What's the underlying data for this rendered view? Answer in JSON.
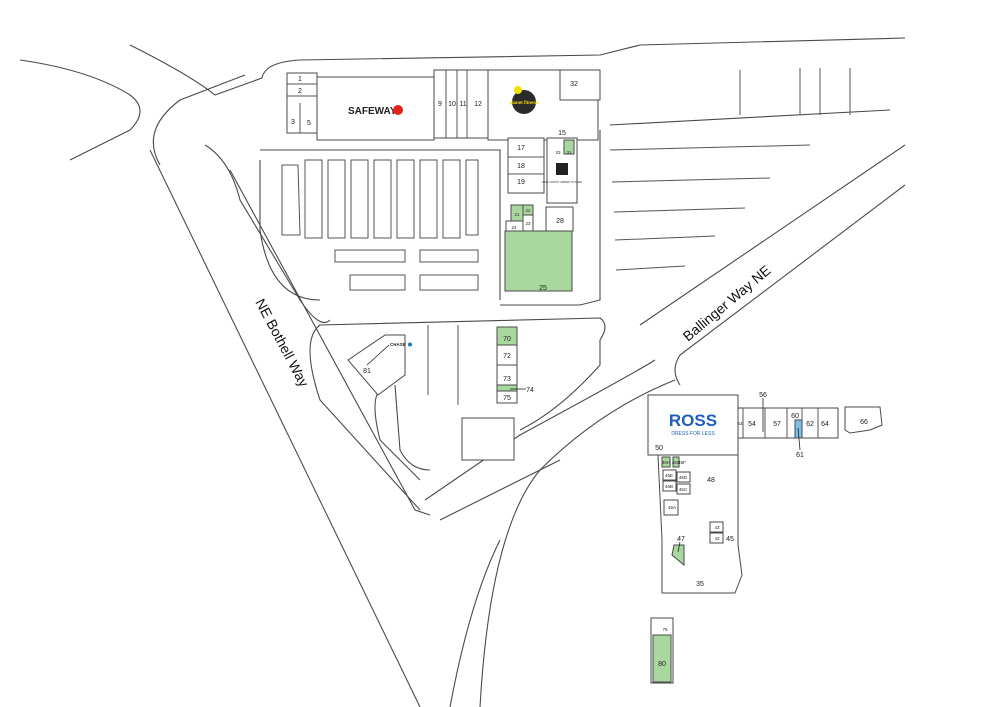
{
  "streets": {
    "bothell": "NE Bothell Way",
    "ballinger": "Ballinger Way NE"
  },
  "logos": {
    "safeway": "SAFEWAY",
    "planet_fitness": "planet fitness",
    "ross": "ROSS",
    "ross_tagline": "DRESS FOR LESS",
    "chase": "CHASE",
    "library": "KING COUNTY LIBRARY SYSTEM"
  },
  "units": {
    "u1": "1",
    "u2": "2",
    "u3": "3",
    "u5": "5",
    "u9": "9",
    "u10": "10",
    "u11": "11",
    "u12": "12",
    "u32": "32",
    "u15": "15",
    "u17": "17",
    "u18": "18",
    "u19": "19",
    "u33": "33",
    "u31": "31",
    "u21": "21",
    "u22": "22",
    "u23": "23",
    "u24": "24",
    "u28": "28",
    "u25": "25",
    "u70": "70",
    "u72": "72",
    "u73": "73",
    "u74": "74",
    "u75": "75",
    "u81": "81",
    "u50": "50",
    "u53": "53",
    "u54": "54",
    "u56": "56",
    "u57": "57",
    "u60": "60",
    "u61": "61",
    "u62": "62",
    "u64": "64",
    "u66": "66",
    "u48": "48",
    "u46A": "46A",
    "u46B": "46B",
    "u46C": "46C",
    "u46D": "46D",
    "u46E": "46E",
    "u46F": "46F",
    "u46G": "46G",
    "u46H": "46H",
    "u43": "43",
    "u42": "42",
    "u45": "45",
    "u47": "47",
    "u35": "35",
    "u76": "76",
    "u80": "80"
  },
  "colors": {
    "available": "#a9d89e",
    "highlight": "#7cc0ea",
    "ross_blue": "#1f5fb8",
    "safeway_red": "#e2231a",
    "chase_blue": "#117aca"
  }
}
